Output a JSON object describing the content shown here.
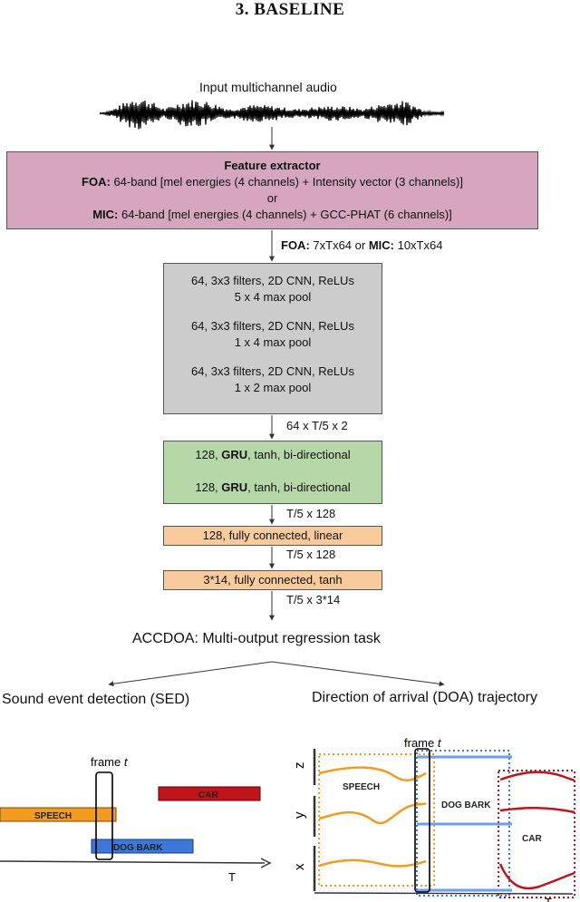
{
  "section_heading": "3.  BASELINE",
  "input_label": "Input multichannel audio",
  "feature_extractor": {
    "title": "Feature extractor",
    "foa_prefix": "FOA:",
    "foa_text": " 64-band [mel energies (4 channels) + Intensity vector (3 channels)]",
    "or_text": "or",
    "mic_prefix": "MIC:",
    "mic_text": " 64-band [mel energies (4 channels) + GCC-PHAT (6 channels)]"
  },
  "shape_after_features": {
    "foa_prefix": "FOA:",
    "foa_shape": " 7xTx64 or ",
    "mic_prefix": "MIC:",
    "mic_shape": " 10xTx64"
  },
  "cnn_block": {
    "l1": "64, 3x3 filters, 2D CNN, ReLUs",
    "p1": "5 x 4 max pool",
    "l2": "64, 3x3 filters, 2D CNN, ReLUs",
    "p2": "1 x 4 max pool",
    "l3": "64, 3x3 filters, 2D CNN, ReLUs",
    "p3": "1 x 2 max pool"
  },
  "shape_after_cnn": "64 x T/5 x 2",
  "gru_block": {
    "g1_pre": "128, ",
    "g1_bold": "GRU",
    "g1_post": ", tanh, bi-directional",
    "g2_pre": "128, ",
    "g2_bold": "GRU",
    "g2_post": ", tanh, bi-directional"
  },
  "shape_after_gru": "T/5 x 128",
  "fc1": "128, fully connected, linear",
  "shape_after_fc1": "T/5 x 128",
  "fc2": "3*14, fully connected, tanh",
  "shape_after_fc2": "T/5 x 3*14",
  "task_label": "ACCDOA: Multi-output regression task",
  "sed_label": "Sound event detection (SED)",
  "doa_label": "Direction of arrival (DOA) trajectory",
  "sed_plot": {
    "frame_label": "frame ",
    "frame_var": "t",
    "events": [
      "SPEECH",
      "CAR",
      "DOG BARK"
    ],
    "axis_label": "T"
  },
  "doa_plot": {
    "frame_label": "frame ",
    "frame_var": "t",
    "axes": [
      "z",
      "y",
      "x"
    ],
    "events": [
      "SPEECH",
      "DOG BARK",
      "CAR"
    ],
    "axis_label": "T"
  },
  "colors": {
    "feature_box": "#d5a6bd",
    "cnn_box": "#cccccc",
    "gru_box": "#b6d7a8",
    "fc_box": "#f9cb9c",
    "speech": "#f29b21",
    "car": "#c0141b",
    "dog_bark": "#3c78d8"
  }
}
